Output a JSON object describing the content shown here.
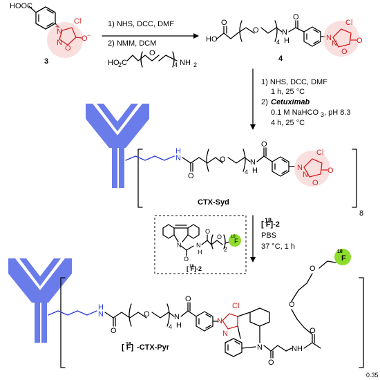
{
  "compound3": {
    "cooh": "HOOC",
    "number": "3",
    "cl": "Cl",
    "o": "O",
    "n": "N",
    "plus": "+",
    "minus": "−"
  },
  "compound4": {
    "number": "4",
    "ho": "HO",
    "o": "O",
    "n": "N",
    "cl": "Cl",
    "peg_sub": "4",
    "nh": "H"
  },
  "step1": {
    "line1": "1) NHS, DCC, DMF",
    "line2": "2) NMM, DCM",
    "reagent_ho2c": "HO",
    "reagent_o2c_sub": "2",
    "reagent_c": "C",
    "reagent_o": "O",
    "reagent_sub": "4",
    "reagent_nh2": "NH",
    "reagent_nh2_sub": "2"
  },
  "step2": {
    "line1": "1) NHS, DCC, DMF",
    "line2": "1 h, 25 °C",
    "line3_num": "2) ",
    "line3": "Cetuximab",
    "line4": "0.1 M NaHCO",
    "line4_sub": "3",
    "line4_end": ", pH 8.3",
    "line5": "4 h, 25 °C"
  },
  "ctx_syd": {
    "label": "CTX-Syd",
    "subscript": "8",
    "nh": "N",
    "h": "H",
    "o": "O",
    "peg_sub": "4",
    "cl": "Cl",
    "n": "N"
  },
  "step3": {
    "reagent_sup": "18",
    "reagent": "[ F]-2",
    "line2": "PBS",
    "line3": "37 °C, 1 h"
  },
  "inset": {
    "label": "[ F]-2",
    "label_sup": "18",
    "f18": "F",
    "f18_sup": "18",
    "peg_sub": "2",
    "n": "N",
    "o": "O",
    "h": "H"
  },
  "ctx_pyr": {
    "label": "-CTX-Pyr",
    "label_pre": "[ F]",
    "label_sup": "18",
    "subscript": "0.35",
    "f": "F",
    "f_sup": "18",
    "cl": "Cl",
    "n": "N",
    "o": "O",
    "h": "H",
    "peg_sub": "4"
  },
  "colors": {
    "antibody": "#6a7bea",
    "highlight_pink": "#f6c5c5",
    "fluorine_green": "#8cdc2a",
    "blue_bond": "#2a3bd6",
    "red_atom": "#d21f1f"
  }
}
